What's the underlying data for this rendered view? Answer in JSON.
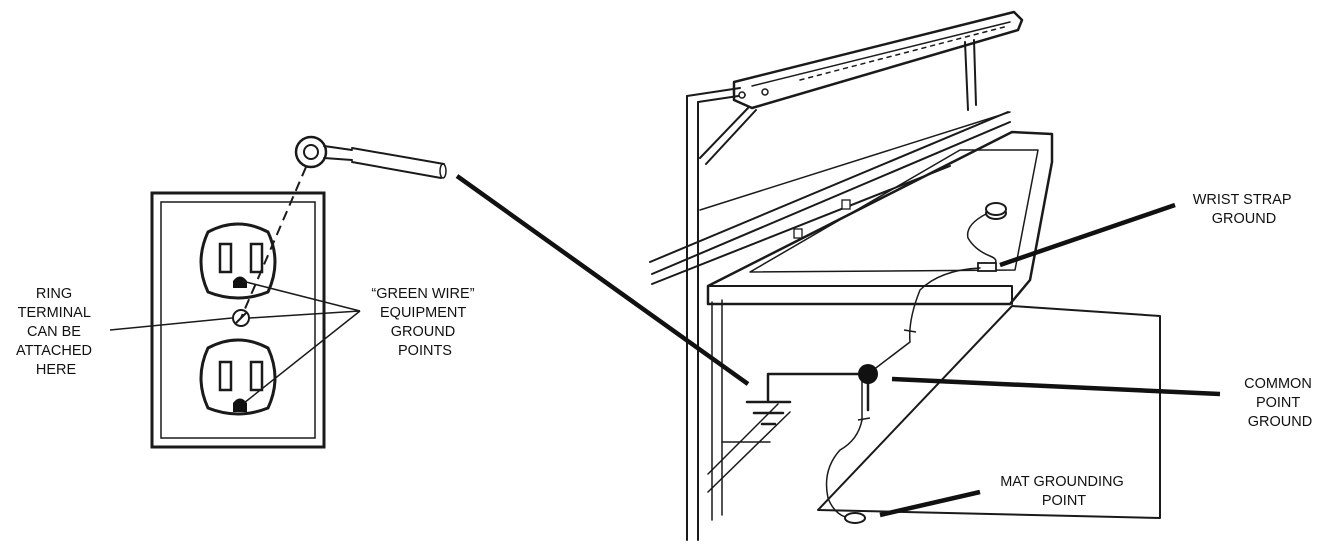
{
  "labels": {
    "ring_terminal": [
      "RING",
      "TERMINAL",
      "CAN BE",
      "ATTACHED",
      "HERE"
    ],
    "green_wire": [
      "“GREEN WIRE”",
      "EQUIPMENT",
      "GROUND",
      "POINTS"
    ],
    "wrist_strap": [
      "WRIST STRAP",
      "GROUND"
    ],
    "common_point": [
      "COMMON",
      "POINT",
      "GROUND"
    ],
    "mat_grounding": [
      "MAT GROUNDING",
      "POINT"
    ]
  },
  "colors": {
    "ink": "#1a1a1a",
    "background": "#ffffff"
  }
}
